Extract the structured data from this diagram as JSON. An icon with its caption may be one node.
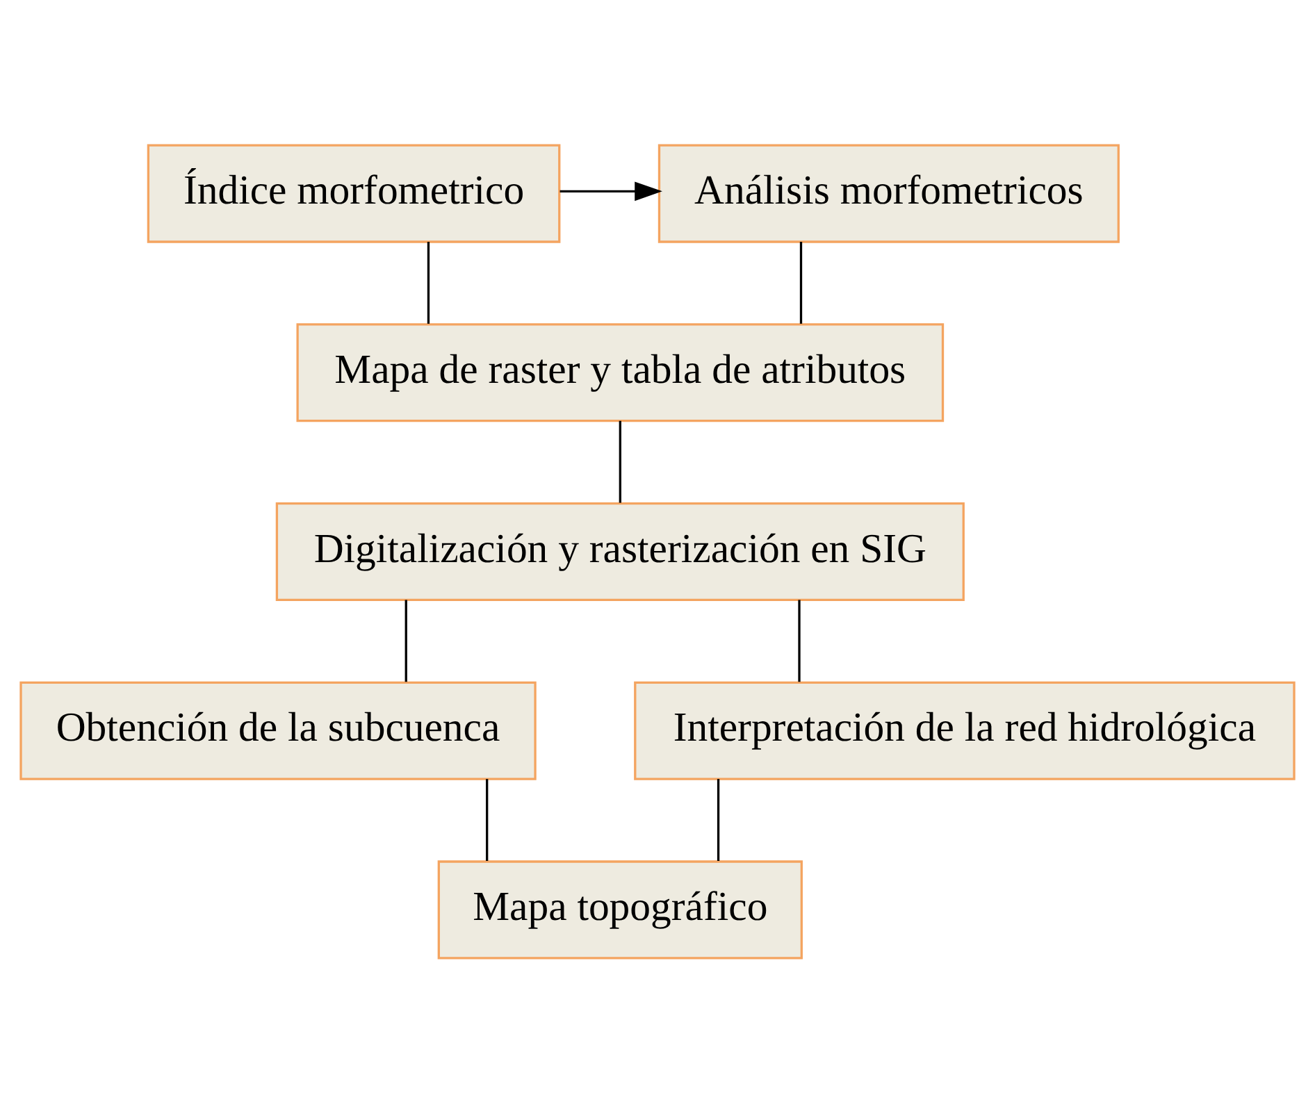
{
  "diagram": {
    "nodes": [
      {
        "text": [
          "Análisis morfometricos"
        ]
      },
      {
        "text": [
          "Índice morfometrico"
        ]
      },
      {
        "text": [
          "Mapa de raster y tabla de atributos"
        ]
      },
      {
        "text": [
          "Digitalización y rasterización en SIG"
        ]
      },
      {
        "text": [
          "Obtención de la subcuenca"
        ]
      },
      {
        "text": [
          "Interpretación de la red hidrológica"
        ]
      },
      {
        "text": [
          "Mapa topográfico"
        ]
      }
    ],
    "edges": [
      {
        "from": 6,
        "to": 4,
        "arrow": "none"
      },
      {
        "from": 6,
        "to": 5,
        "arrow": "none"
      },
      {
        "from": 4,
        "to": 3,
        "arrow": "none"
      },
      {
        "from": 5,
        "to": 3,
        "arrow": "none"
      },
      {
        "from": 3,
        "to": 2,
        "arrow": "none"
      },
      {
        "from": 2,
        "to": 1,
        "arrow": "none"
      },
      {
        "from": 2,
        "to": 0,
        "arrow": "none"
      },
      {
        "from": 1,
        "to": 0,
        "arrow": "to"
      }
    ]
  }
}
